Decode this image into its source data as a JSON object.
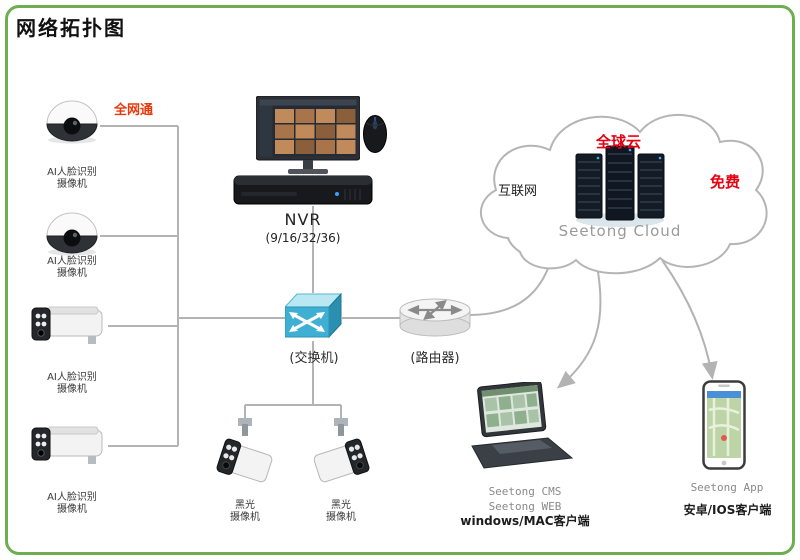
{
  "title": "网络拓扑图",
  "colors": {
    "border_green": "#6fae4e",
    "accent_red": "#e60012",
    "badge_red": "#e8380d",
    "line_gray": "#b3b3b3"
  },
  "left_cameras": {
    "badge": "全网通",
    "items": [
      {
        "line1": "AI人脸识别",
        "line2": "摄像机"
      },
      {
        "line1": "AI人脸识别",
        "line2": "摄像机"
      },
      {
        "line1": "AI人脸识别",
        "line2": "摄像机"
      },
      {
        "line1": "AI人脸识别",
        "line2": "摄像机"
      }
    ]
  },
  "nvr": {
    "label": "NVR",
    "capacity": "(9/16/32/36)"
  },
  "switch": {
    "label": "(交换机)"
  },
  "router": {
    "label": "(路由器)"
  },
  "cloud": {
    "internet": "互联网",
    "global_cloud": "全球云",
    "free": "免费",
    "brand": "Seetong Cloud"
  },
  "night_cameras": [
    {
      "line1": "黑光",
      "line2": "摄像机"
    },
    {
      "line1": "黑光",
      "line2": "摄像机"
    }
  ],
  "pc_client": {
    "line1": "Seetong CMS",
    "line2": "Seetong WEB",
    "line3": "windows/MAC客户端"
  },
  "mobile_client": {
    "app": "Seetong App",
    "platform": "安卓/IOS客户端"
  }
}
